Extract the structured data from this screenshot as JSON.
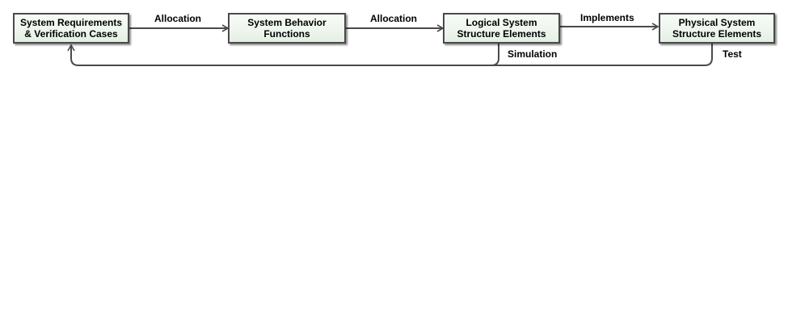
{
  "nodes": {
    "requirements": "System Requirements\n& Verification Cases",
    "behavior": "System Behavior\nFunctions",
    "logical": "Logical System\nStructure Elements",
    "physical": "Physical System\nStructure Elements"
  },
  "edges": {
    "allocation_1": "Allocation",
    "allocation_2": "Allocation",
    "implements": "Implements",
    "simulation": "Simulation",
    "test": "Test"
  },
  "colors": {
    "line": "#4a4a4a",
    "box_fill": "#eef6ee",
    "text": "#000000"
  }
}
